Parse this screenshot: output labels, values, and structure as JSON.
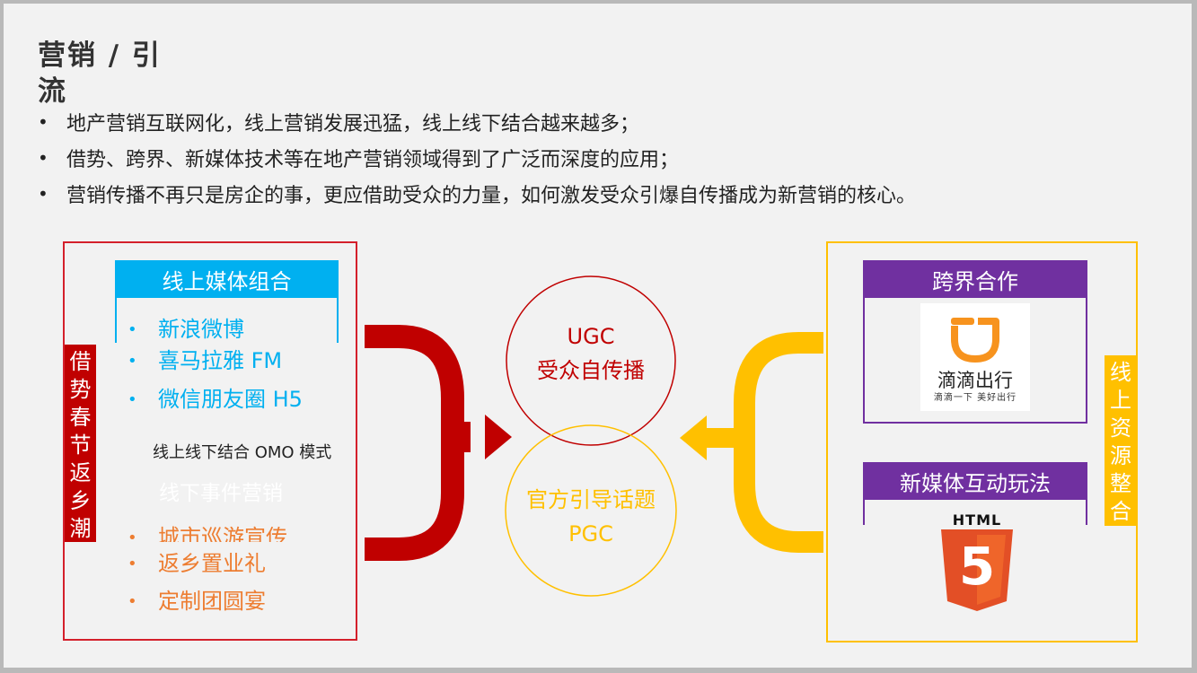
{
  "slide": {
    "title": "营销 / 引流",
    "bullets": [
      "地产营销互联网化，线上营销发展迅猛，线上线下结合越来越多；",
      "借势、跨界、新媒体技术等在地产营销领域得到了广泛而深度的应用；",
      "营销传播不再只是房企的事，更应借助受众的力量，如何激发受众引爆自传播成为新营销的核心。"
    ]
  },
  "left_panel": {
    "side_label": "借势春节返乡潮",
    "online_header": "线上媒体组合",
    "online_items": [
      "新浪微博",
      "喜马拉雅 FM",
      "微信朋友圈 H5"
    ],
    "omo_label": "线上线下结合 OMO 模式",
    "offline_header": "线下事件营销",
    "offline_items": [
      "城市巡游宣传",
      "返乡置业礼",
      "定制团圆宴"
    ]
  },
  "center": {
    "ugc": [
      "UGC",
      "受众自传播"
    ],
    "pgc": [
      "官方引导话题",
      "PGC"
    ]
  },
  "right_panel": {
    "side_label": "线上资源整合",
    "crossover_header": "跨界合作",
    "didi_name": "滴滴出行",
    "didi_slogan": "滴滴一下 美好出行",
    "newmedia_header": "新媒体互动玩法",
    "html5_label": "HTML",
    "html5_number": "5"
  },
  "colors": {
    "red": "#c00000",
    "yellow": "#ffc000",
    "blue": "#00b0f0",
    "purple": "#7030a0",
    "orange": "#ed7d31",
    "didi_orange": "#f7931e",
    "html5_orange": "#e34f26"
  }
}
